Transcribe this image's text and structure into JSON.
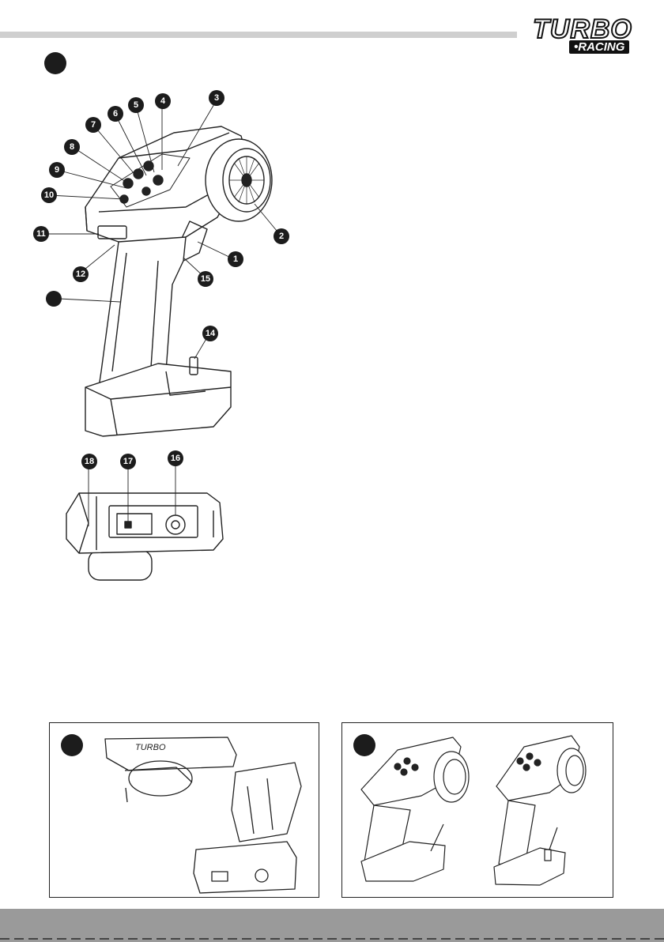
{
  "brand": {
    "logo_main": "TURBO",
    "logo_sub": "•RACING"
  },
  "callouts": [
    "1",
    "2",
    "3",
    "4",
    "5",
    "6",
    "7",
    "8",
    "9",
    "10",
    "11",
    "12",
    "14",
    "15",
    "16",
    "17",
    "18"
  ],
  "illustrations": {
    "main": "transmitter-side-view",
    "bottom": "transmitter-bottom-view",
    "panel_b": "transmitter-folded-view",
    "panel_c": "transmitter-variants-view"
  },
  "colors": {
    "accent": "#1c1c1c",
    "bar": "#cfcfcf",
    "footer": "#9a9a9a"
  }
}
